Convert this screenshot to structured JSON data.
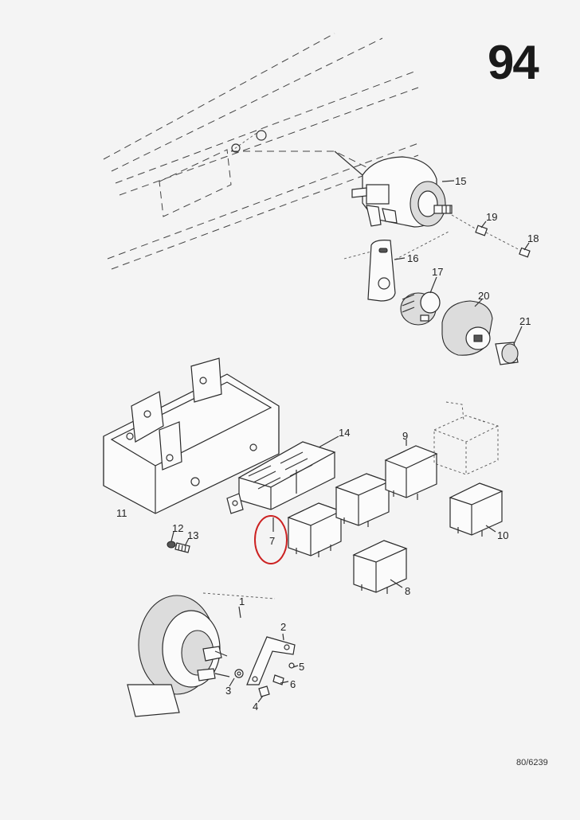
{
  "page_number": "94",
  "drawing_ref": "80/6239",
  "highlight": {
    "color": "#cc2222",
    "callout": "7"
  },
  "callouts": [
    "1",
    "2",
    "3",
    "4",
    "5",
    "6",
    "7",
    "8",
    "9",
    "10",
    "11",
    "12",
    "13",
    "14",
    "15",
    "16",
    "17",
    "18",
    "19",
    "20",
    "21"
  ]
}
